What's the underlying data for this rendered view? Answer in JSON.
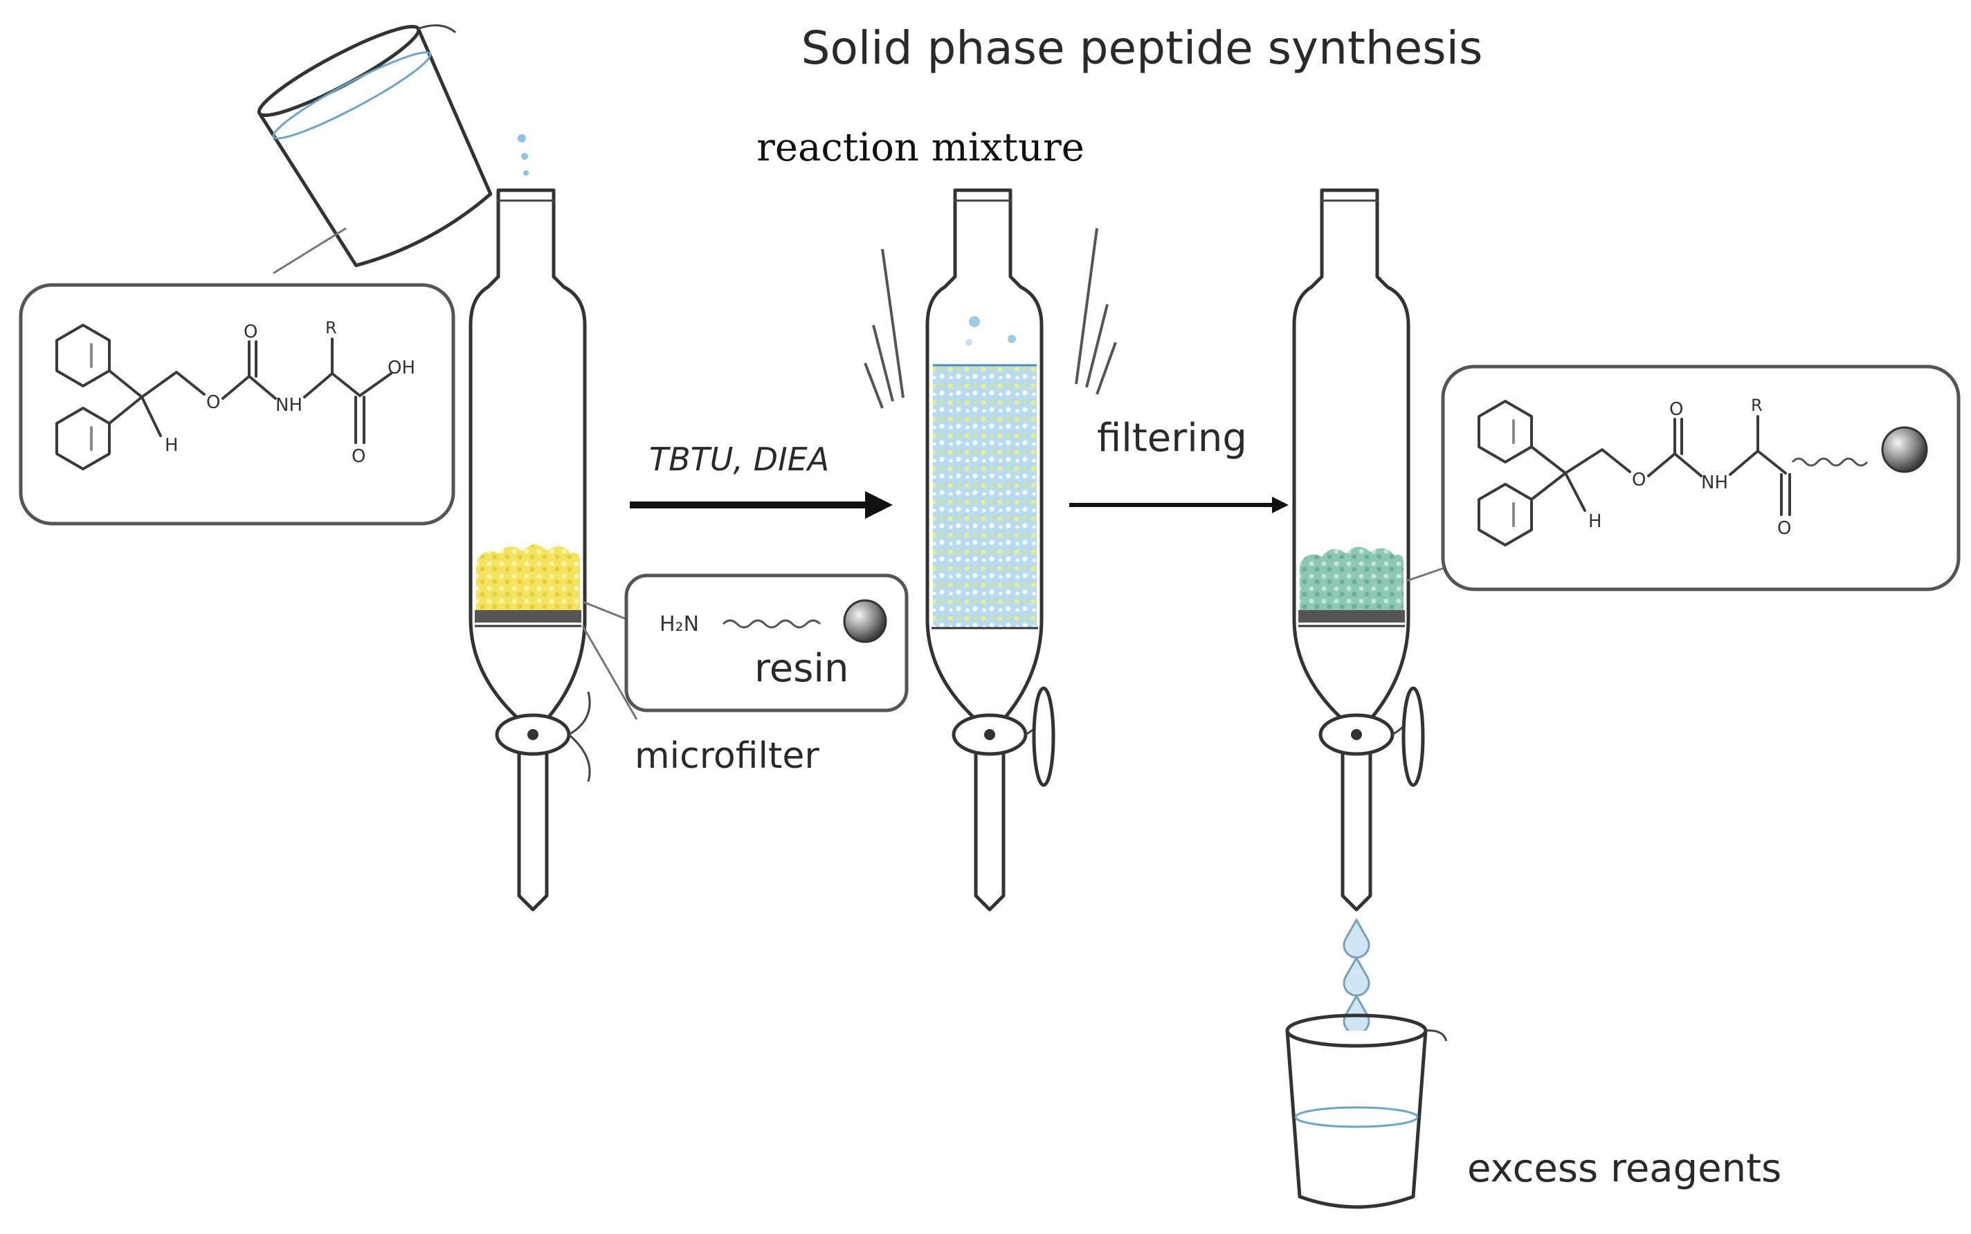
{
  "diagram": {
    "title": "Solid phase peptide synthesis",
    "labels": {
      "reaction_mixture": "reaction mixture",
      "reagents": "TBTU, DIEA",
      "filtering": "filtering",
      "resin": "resin",
      "microfilter": "microfilter",
      "excess_reagents": "excess reagents"
    },
    "structure_labels": {
      "o": "O",
      "nh": "NH",
      "oh": "OH",
      "h": "H",
      "r": "R",
      "h2n": "H₂N"
    },
    "colors": {
      "liquid": "#a8d4ee",
      "resin_yellow": "#f2e05a",
      "resin_green": "#8cc9b4",
      "outline": "#333333",
      "bead": "#777777"
    }
  }
}
